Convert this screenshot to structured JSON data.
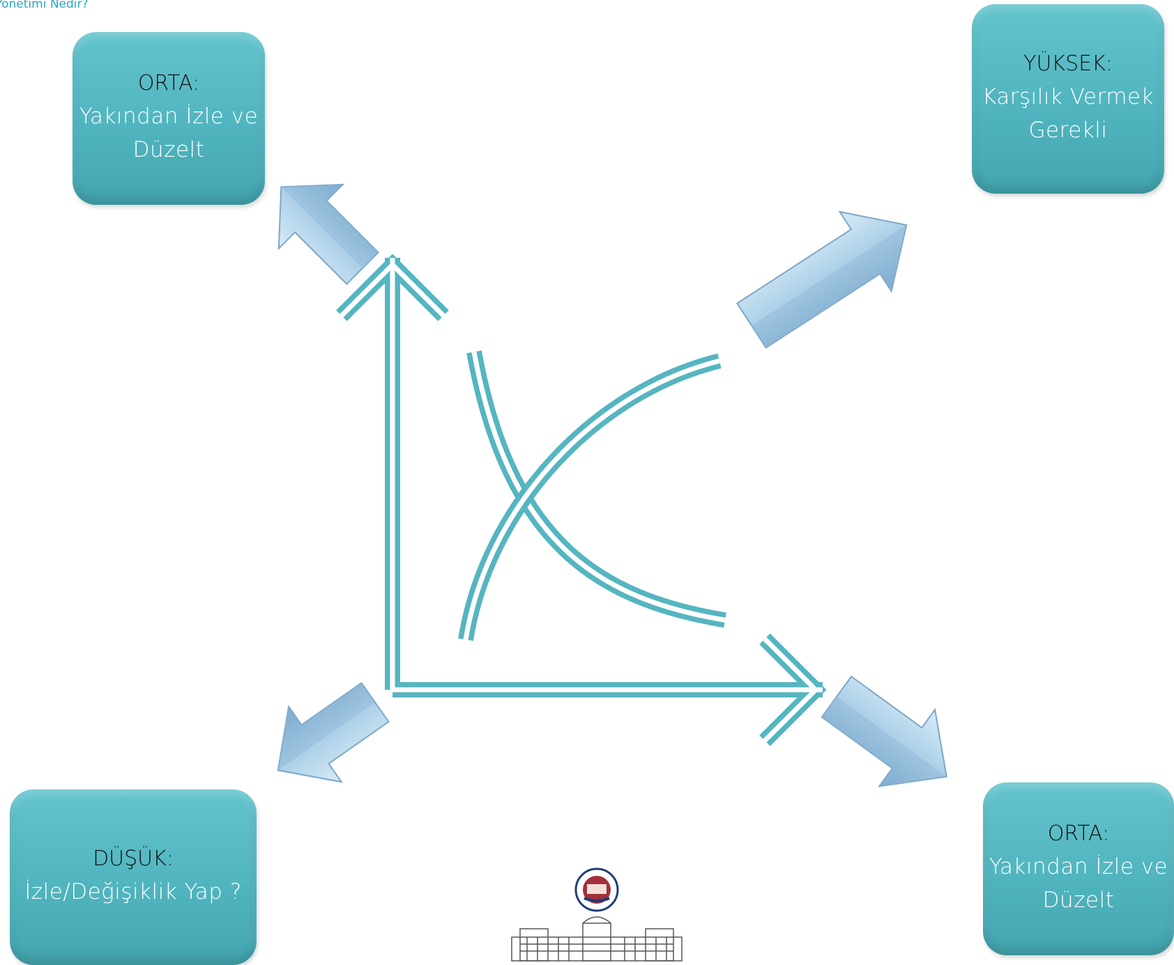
{
  "header": {
    "title": "Yönetimi Nedir?"
  },
  "boxes": {
    "top_left": {
      "level": "ORTA:",
      "text": "Yakından İzle ve Düzelt"
    },
    "top_right": {
      "level": "YÜKSEK:",
      "text": "Karşılık Vermek Gerekli"
    },
    "bottom_left": {
      "level": "DÜŞÜK:",
      "text": "İzle/Değişiklik Yap ?"
    },
    "bottom_right": {
      "level": "ORTA:",
      "text": "Yakından İzle ve Düzelt"
    }
  },
  "colors": {
    "box": "#55b8c2",
    "axis": "#55b5c0",
    "arrow": "#9cc6e2",
    "header": "#2aa6bf"
  },
  "icons": {
    "logo": "university-seal-logo",
    "building": "building-facade-icon"
  }
}
